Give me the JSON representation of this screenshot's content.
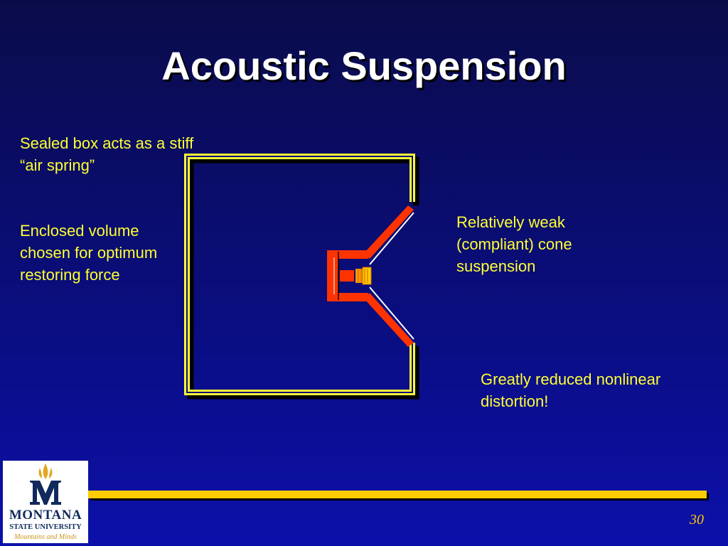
{
  "slide": {
    "title": "Acoustic Suspension",
    "page_number": "30"
  },
  "notes": {
    "air_spring": "Sealed box acts as a stiff “air spring”",
    "volume": "Enclosed volume chosen for optimum restoring force",
    "cone": "Relatively weak (compliant) cone suspension",
    "distortion": "Greatly reduced nonlinear distortion!"
  },
  "logo": {
    "name": "MONTANA",
    "subtitle": "STATE UNIVERSITY",
    "tagline": "Mountains and Minds"
  },
  "colors": {
    "background_top": "#0a0c4a",
    "background_bottom": "#0c10aa",
    "text_accent": "#ffff33",
    "box_outline": "#ffff33",
    "speaker_parts": "#ff3300",
    "divider": "#ffcc00"
  }
}
